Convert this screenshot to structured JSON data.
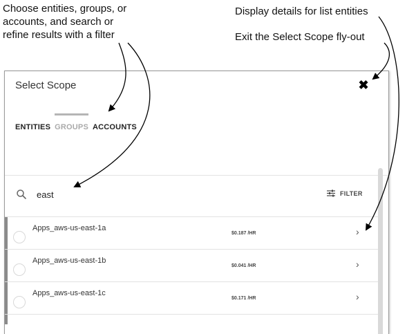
{
  "callouts": {
    "left_text": "Choose entities, groups, or accounts, and search or refine results with a filter",
    "details_text": "Display details for list entities",
    "exit_text": "Exit the Select Scope fly-out"
  },
  "panel": {
    "title": "Select Scope",
    "close_icon": "close-icon"
  },
  "tabs": [
    {
      "label": "ENTITIES",
      "state": "normal"
    },
    {
      "label": "GROUPS",
      "state": "muted"
    },
    {
      "label": "ACCOUNTS",
      "state": "normal"
    }
  ],
  "search": {
    "value": "east",
    "icon": "search-icon"
  },
  "filter": {
    "label": "FILTER",
    "icon": "filter-icon"
  },
  "rows": [
    {
      "name": "Apps_aws-us-east-1a",
      "cost": "$0.187 /HR"
    },
    {
      "name": "Apps_aws-us-east-1b",
      "cost": "$0.041 /HR"
    },
    {
      "name": "Apps_aws-us-east-1c",
      "cost": "$0.171 /HR"
    }
  ],
  "colors": {
    "muted_tab": "#aaaaaa",
    "row_bar": "#8a8a8a",
    "scrollbar": "#d9d9d9"
  }
}
